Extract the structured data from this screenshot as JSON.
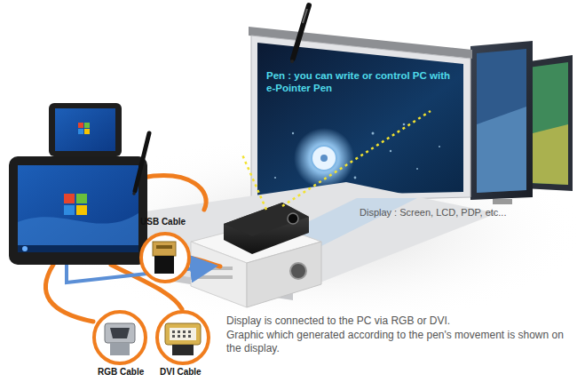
{
  "diagram": {
    "labels": [
      "Pen : you can write or control PC with e-Pointer Pen",
      "Display : Screen, LCD, PDP, etc...",
      "USB Cable",
      "RGB Cable",
      "DVI Cable",
      "Display is connected to the PC via RGB or DVI.",
      "Graphic which generated according to the pen's movement is shown on the display."
    ]
  }
}
